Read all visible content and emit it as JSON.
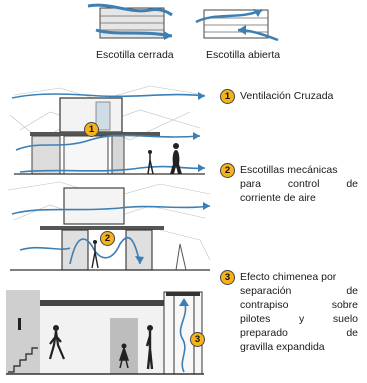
{
  "legend": {
    "closed_label": "Escotilla cerrada",
    "open_label": "Escotilla abierta"
  },
  "items": [
    {
      "number": "1",
      "lines": [
        "Ventilación Cruzada"
      ]
    },
    {
      "number": "2",
      "lines": [
        "Escotillas mecánicas",
        "para control de",
        "corriente de aire"
      ]
    },
    {
      "number": "3",
      "lines": [
        "Efecto chimenea por",
        "separación de",
        "contrapiso sobre",
        "pilotes y suelo",
        "preparado de",
        "gravilla expandida"
      ]
    }
  ],
  "colors": {
    "badge": "#f5b21b",
    "airflow": "#3c7fb4",
    "air_tint": "#dce9f4",
    "wall": "#c9c9c9"
  },
  "icons": [
    "airflow-arrow-icon",
    "hatch-icon",
    "person-icon",
    "stair-icon",
    "tree-icon"
  ]
}
